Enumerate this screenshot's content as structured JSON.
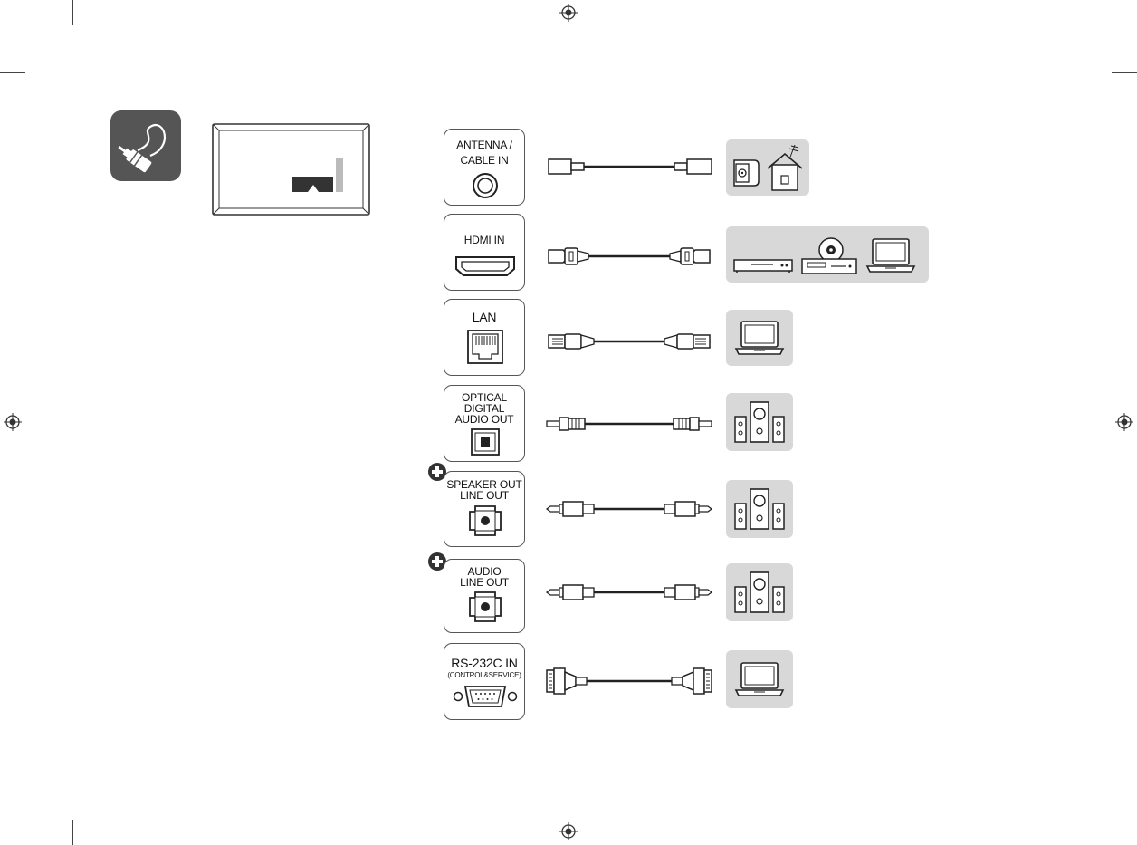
{
  "ports": [
    {
      "id": "antenna",
      "lines": [
        "ANTENNA /",
        "CABLE IN"
      ],
      "connector_icon": "coax-connector-icon",
      "cable_icon": "coax-cable-icon",
      "devices": [
        "antenna-wall-socket-icon",
        "house-antenna-icon"
      ]
    },
    {
      "id": "hdmi",
      "lines": [
        "HDMI IN"
      ],
      "connector_icon": "hdmi-port-icon",
      "cable_icon": "hdmi-cable-icon",
      "devices": [
        "blu-ray-player-icon",
        "dvd-player-icon",
        "laptop-icon"
      ]
    },
    {
      "id": "lan",
      "lines": [
        "LAN"
      ],
      "connector_icon": "rj45-port-icon",
      "cable_icon": "lan-cable-icon",
      "devices": [
        "laptop-icon"
      ]
    },
    {
      "id": "optical",
      "lines": [
        "OPTICAL",
        "DIGITAL",
        "AUDIO OUT"
      ],
      "connector_icon": "optical-port-icon",
      "cable_icon": "optical-cable-icon",
      "devices": [
        "speaker-system-icon"
      ]
    },
    {
      "id": "speaker",
      "lines": [
        "SPEAKER OUT",
        "LINE OUT"
      ],
      "connector_icon": "audio-jack-port-icon",
      "cable_icon": "audio-jack-cable-icon",
      "devices": [
        "speaker-system-icon"
      ],
      "plus": true
    },
    {
      "id": "audio",
      "lines": [
        "AUDIO",
        "LINE OUT"
      ],
      "connector_icon": "audio-jack-port-icon",
      "cable_icon": "audio-jack-cable-icon",
      "devices": [
        "speaker-system-icon"
      ],
      "plus": true
    },
    {
      "id": "rs232",
      "lines": [
        "RS-232C IN",
        "(CONTROL&SERVICE)"
      ],
      "connector_icon": "dsub-port-icon",
      "cable_icon": "rs232-cable-icon",
      "devices": [
        "laptop-icon"
      ]
    }
  ],
  "icons": {
    "connection_badge": "rca-cable-icon",
    "tv_rear": "tv-rear-panel-icon",
    "registration": "registration-mark-icon",
    "plus": "plus-circle-icon"
  },
  "colors": {
    "badge": "#555555",
    "device_bg": "#d8d8d8",
    "line": "#333333"
  }
}
